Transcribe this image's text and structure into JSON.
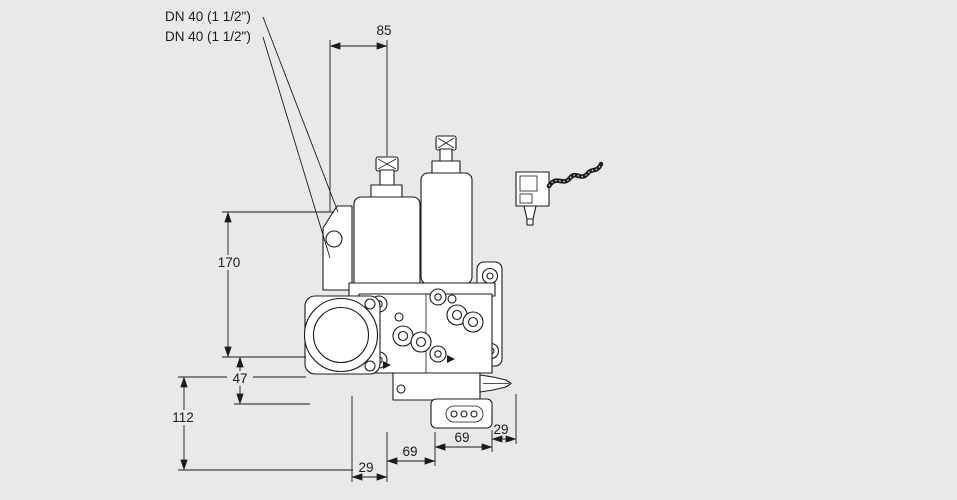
{
  "canvas": {
    "background": "#e9e9e9",
    "line_color": "#1b1b1b",
    "fill_color": "#ffffff"
  },
  "annotations": {
    "port_label_top": "DN 40 (1 1/2\")",
    "port_label_bottom": "DN 40 (1 1/2\")"
  },
  "dimensions": {
    "d85": "85",
    "d170": "170",
    "d47": "47",
    "d112": "112",
    "d29_left": "29",
    "d69_left": "69",
    "d69_right": "69",
    "d29_right": "29"
  }
}
